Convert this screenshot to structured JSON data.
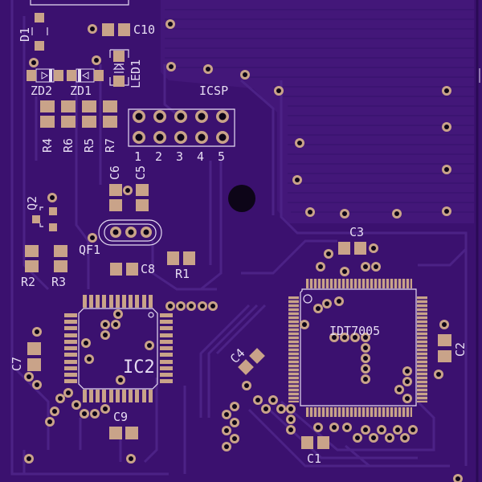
{
  "board": {
    "colors": {
      "substrate": "#3b116f",
      "copper_pour": "#41167a",
      "trace": "#4c2286",
      "pad": "#c9a389",
      "silkscreen": "#e6dcf2",
      "drill": "#0d0518"
    }
  },
  "labels": {
    "d1": "D1",
    "c10": "C10",
    "led1": "LED1",
    "zd2": "ZD2",
    "zd1": "ZD1",
    "icsp": "ICSP",
    "r4": "R4",
    "r6": "R6",
    "r5": "R5",
    "r7": "R7",
    "icsp_pins": [
      "1",
      "2",
      "3",
      "4",
      "5"
    ],
    "c6": "C6",
    "c5": "C5",
    "q2": "Q2",
    "qf1": "QF1",
    "r2": "R2",
    "r3": "R3",
    "c8": "C8",
    "r1": "R1",
    "c3": "C3",
    "idt7005": "IDT7005",
    "c2": "C2",
    "c7": "C7",
    "ic2": "IC2",
    "c4": "C4",
    "c9": "C9",
    "c1": "C1"
  }
}
